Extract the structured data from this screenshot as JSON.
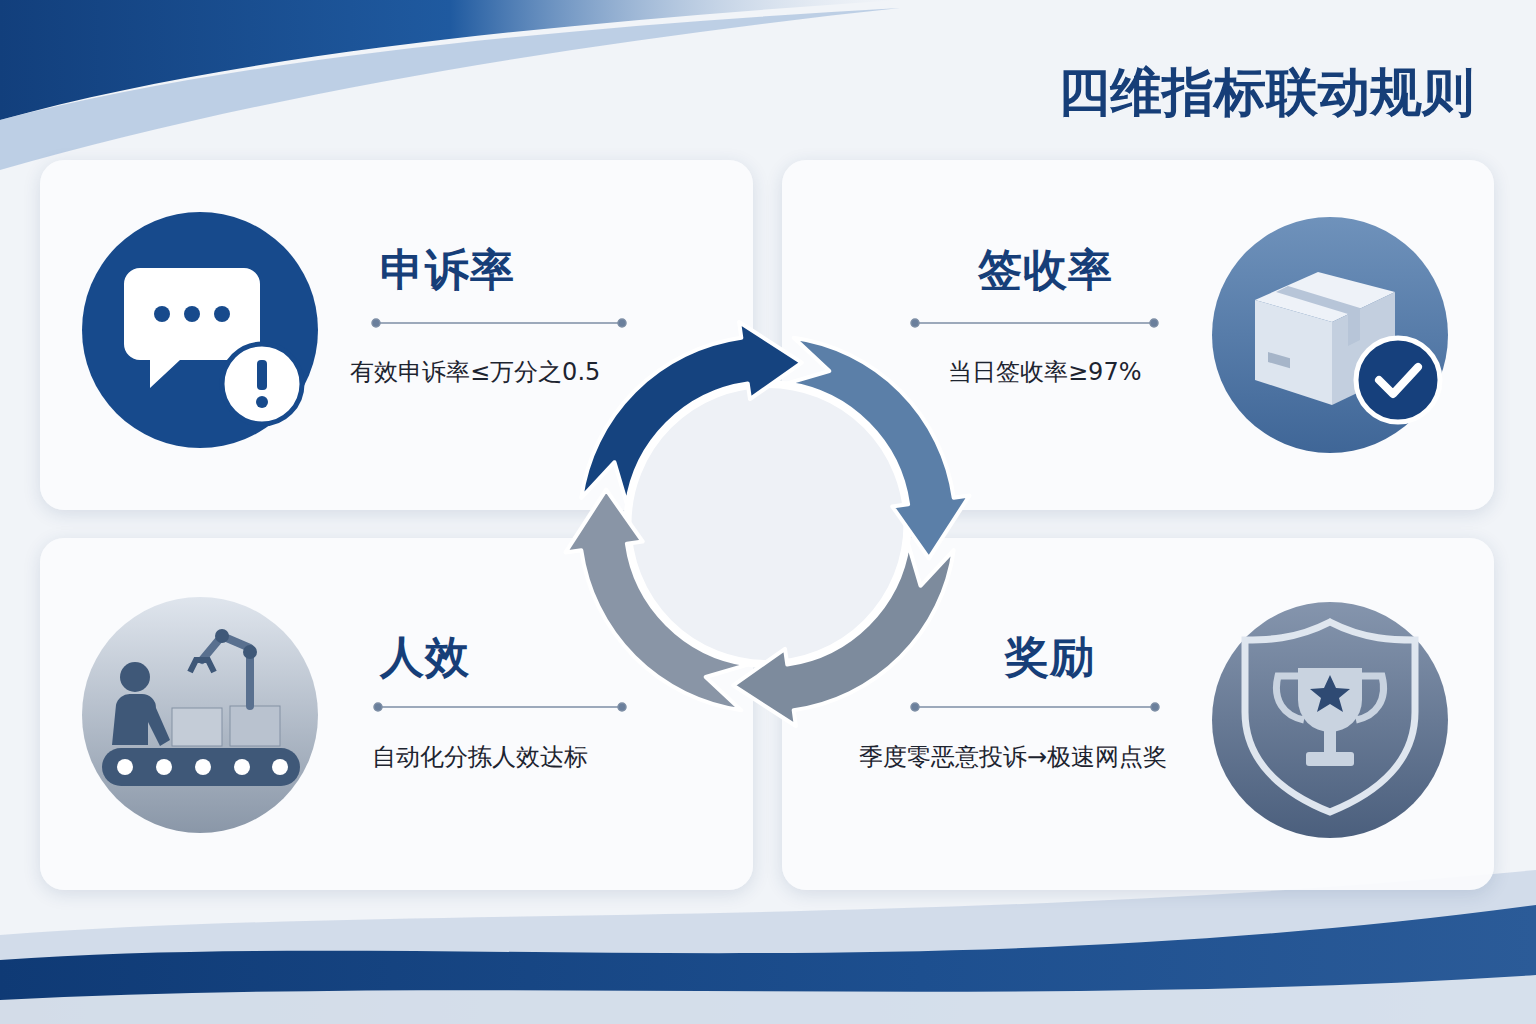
{
  "diagram": {
    "title": "四维指标联动规则",
    "nodes": [
      {
        "text": [
          "申诉率",
          "有效申诉率≤万分之0.5"
        ]
      },
      {
        "text": [
          "签收率",
          "当日签收率≥97%"
        ]
      },
      {
        "text": [
          "人效",
          "自动化分拣人效达标"
        ]
      },
      {
        "text": [
          "奖励",
          "季度零恶意投诉→极速网点奖"
        ]
      }
    ],
    "edges": [
      {
        "from": 0,
        "to": 1,
        "arrow": "to"
      },
      {
        "from": 1,
        "to": 3,
        "arrow": "to"
      },
      {
        "from": 3,
        "to": 2,
        "arrow": "to"
      },
      {
        "from": 2,
        "to": 0,
        "arrow": "to"
      }
    ]
  }
}
